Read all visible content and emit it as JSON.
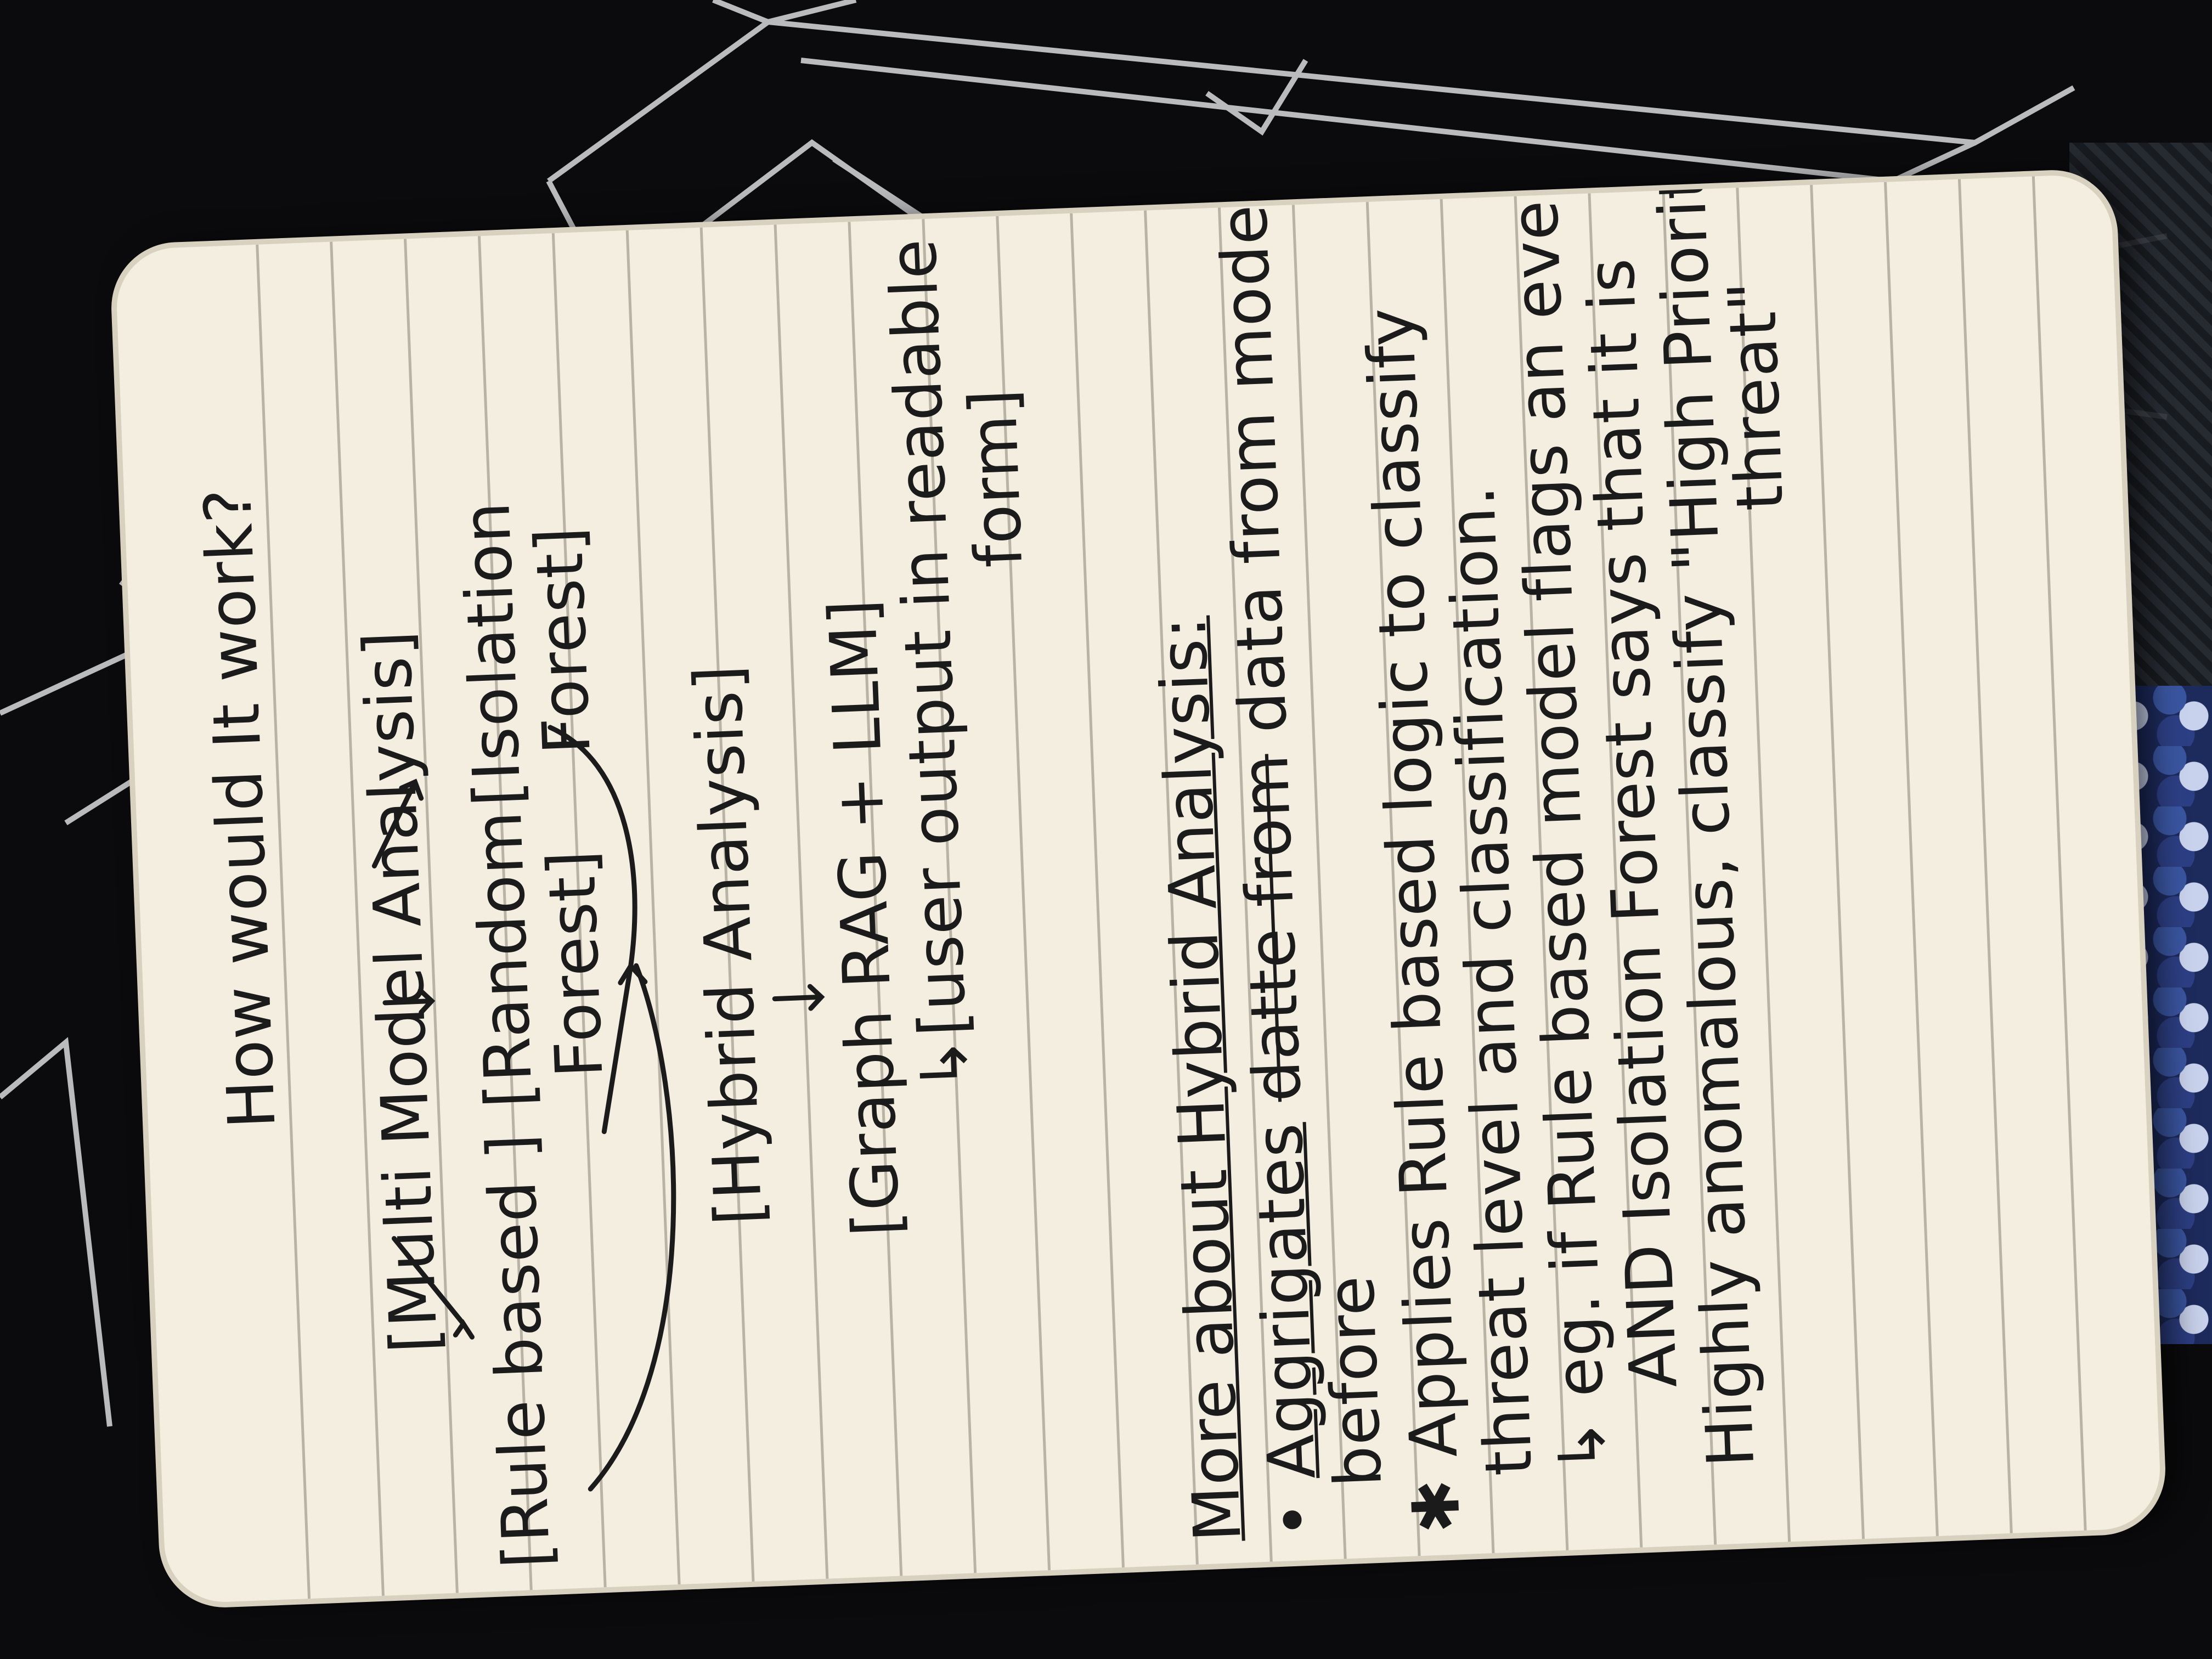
{
  "title": "How would It work?",
  "diagram": {
    "multi_model": "[Multi Model Analysis]",
    "rule_based": "[Rule based ]",
    "random_forest_1": "[Random",
    "random_forest_2": "Forest]",
    "isolation_forest_1": "[Isolation",
    "isolation_forest_2": "Forest]",
    "hybrid": "[Hybrid Analysis]",
    "graph_rag": "[Graph RAG + LLM]",
    "user_output_1": "↳[user output in readable",
    "user_output_2": "form]"
  },
  "notes": {
    "heading": "More about Hybrid Analysis:",
    "bullet1_a": "Aggrigates",
    "bullet1_struck": "datte from",
    "bullet1_b": "data from models",
    "bullet1_c": "before",
    "bullet2_a": "Applies Rule based logic to classify",
    "bullet2_b": "threat level and classification.",
    "bullet2_c": "↳ eg. if Rule based model flags an event",
    "bullet2_d": "AND Isolation Forest says that it is",
    "bullet2_e": "Highly anomalous, classify \"High Priority",
    "bullet2_f": "threat\""
  },
  "colors": {
    "paper": "#f3eee0",
    "ink": "#1b1b1b",
    "rule_line": "#b9b3a6",
    "background": "#0b0b0d"
  }
}
